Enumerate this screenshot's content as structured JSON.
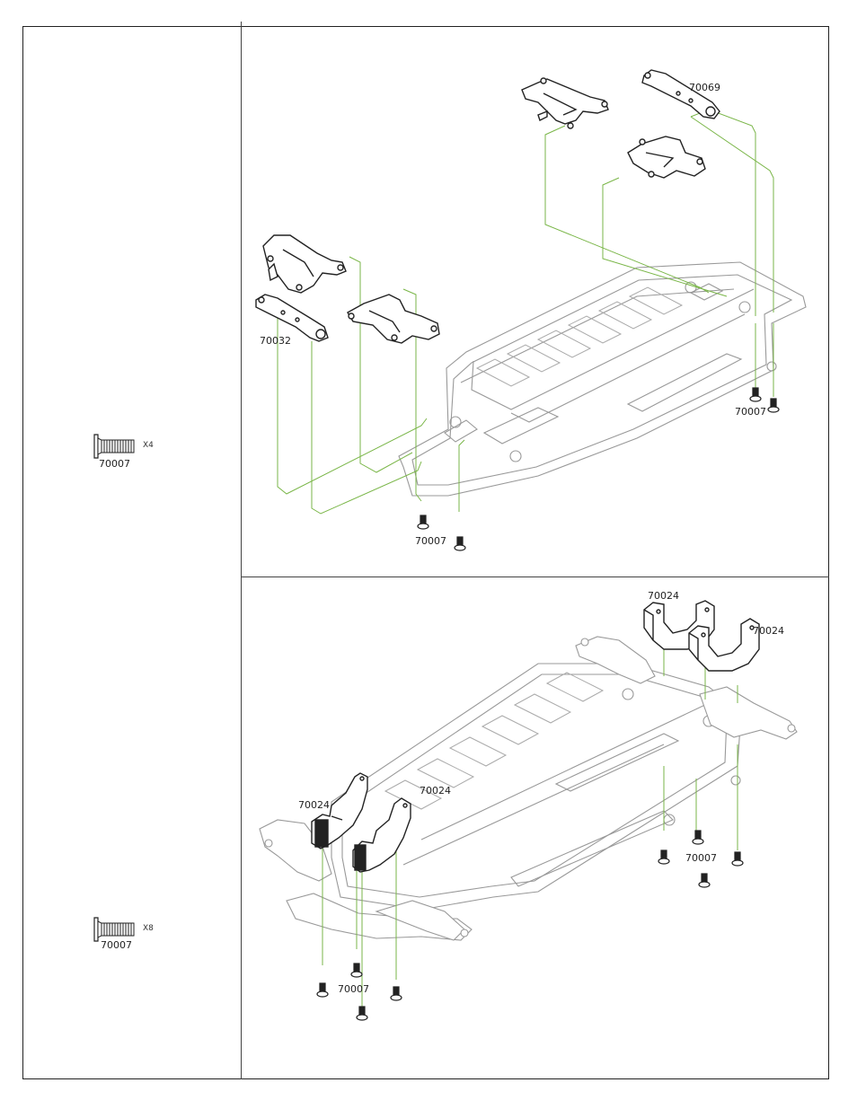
{
  "step1": {
    "parts": {
      "qty": "X4",
      "part": "70007"
    },
    "labels": {
      "arm_rear_top": "70069",
      "arm_front": "70032",
      "screws_rear": "70007",
      "screws_front": "70007"
    }
  },
  "step2": {
    "parts": {
      "qty": "X8",
      "part": "70007"
    },
    "labels": {
      "mount_rear_a": "70024",
      "mount_rear_b": "70024",
      "mount_front_a": "70024",
      "mount_front_b": "70024",
      "screws_rear": "70007",
      "screws_front": "70007"
    }
  },
  "colors": {
    "guide_line": "#7ab648",
    "outline": "#222222",
    "chassis": "#999999"
  }
}
